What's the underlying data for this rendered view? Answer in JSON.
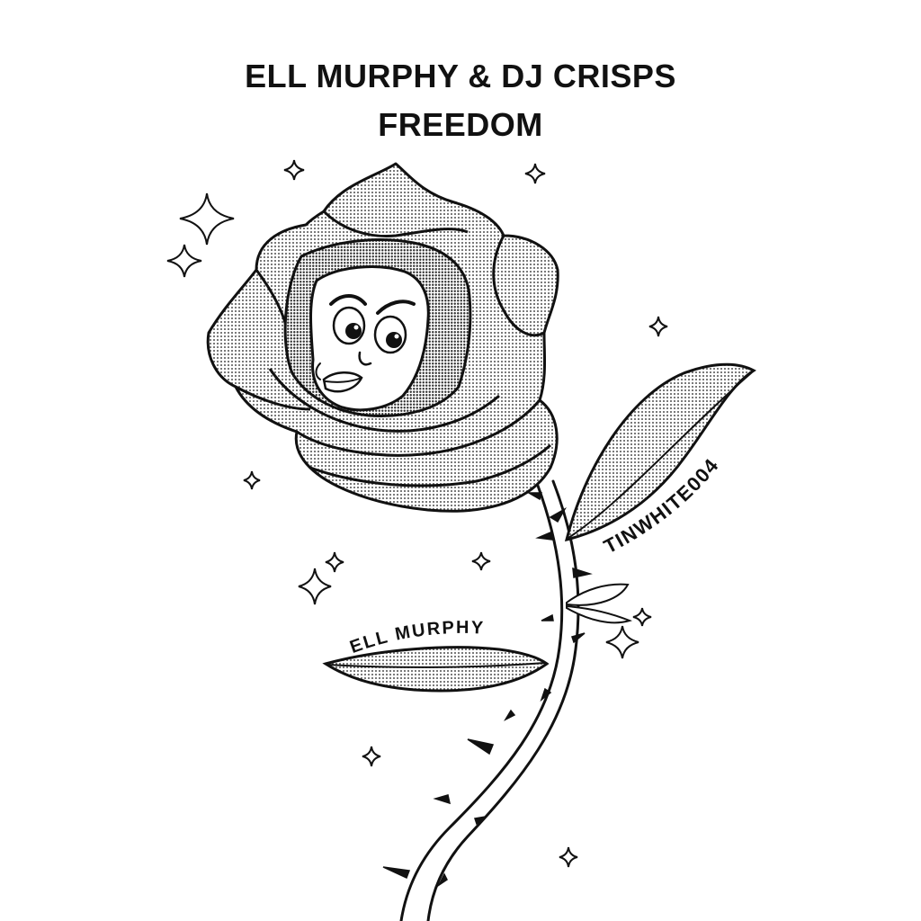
{
  "cover": {
    "artist_line": "ELL MURPHY & DJ CRISPS",
    "title": "FREEDOM",
    "leaf_label_left": "ELL MURPHY",
    "leaf_label_right": "TINWHITE004"
  },
  "colors": {
    "ink": "#111111",
    "halftone": "#9a9a9a",
    "background": "#ffffff"
  },
  "illustration": {
    "subject": "rose-with-cartoon-face",
    "icons": [
      "sparkle-icon",
      "thorn-icon",
      "leaf-icon"
    ]
  }
}
